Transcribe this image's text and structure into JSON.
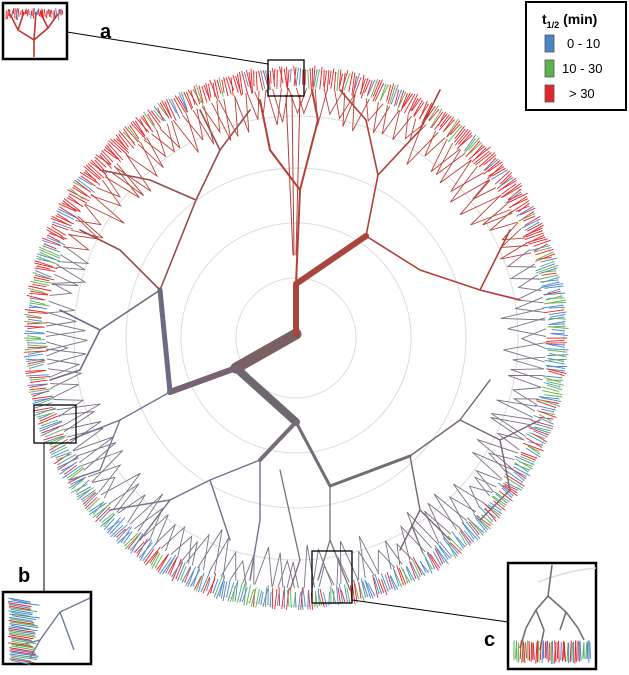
{
  "legend": {
    "title_main": "t",
    "title_sub": "1/2",
    "title_unit": " (min)",
    "items": [
      {
        "label": "0 - 10",
        "color": "#4a86c5"
      },
      {
        "label": "10 - 30",
        "color": "#5fb04f"
      },
      {
        "label": "> 30",
        "color": "#e2262b"
      }
    ]
  },
  "panels": {
    "a": "a",
    "b": "b",
    "c": "c"
  },
  "colors": {
    "trunk": "#7a5f63",
    "red_clade": "#b83a33",
    "grey_branch": "#7a6f7c",
    "ring": "#dcdcdc"
  }
}
